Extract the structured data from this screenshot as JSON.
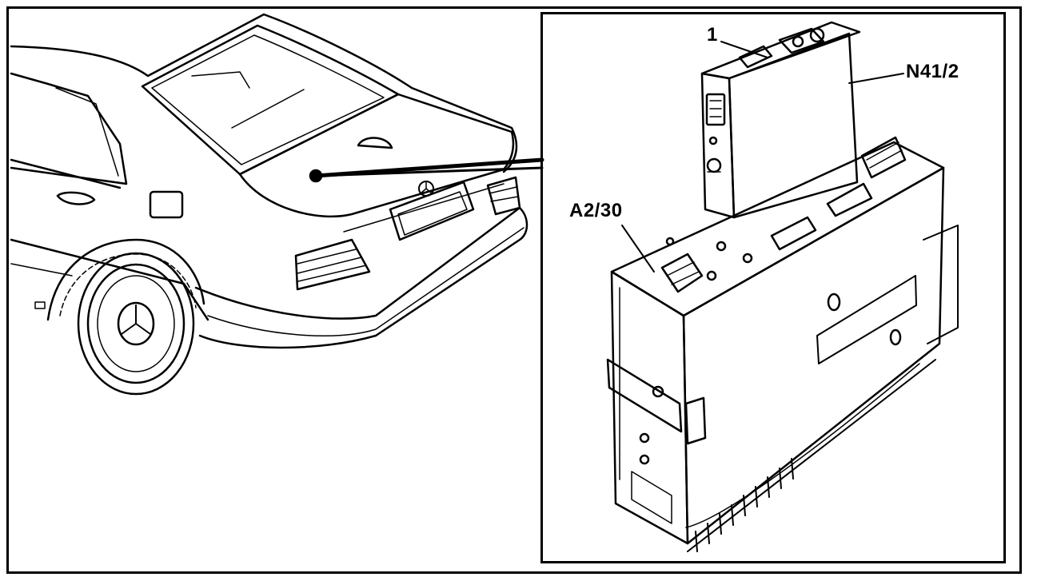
{
  "diagram": {
    "labels": {
      "connector_callout": "1",
      "module_top": "N41/2",
      "module_bottom": "A2/30"
    },
    "colors": {
      "ink": "#000000",
      "paper": "#ffffff"
    }
  }
}
